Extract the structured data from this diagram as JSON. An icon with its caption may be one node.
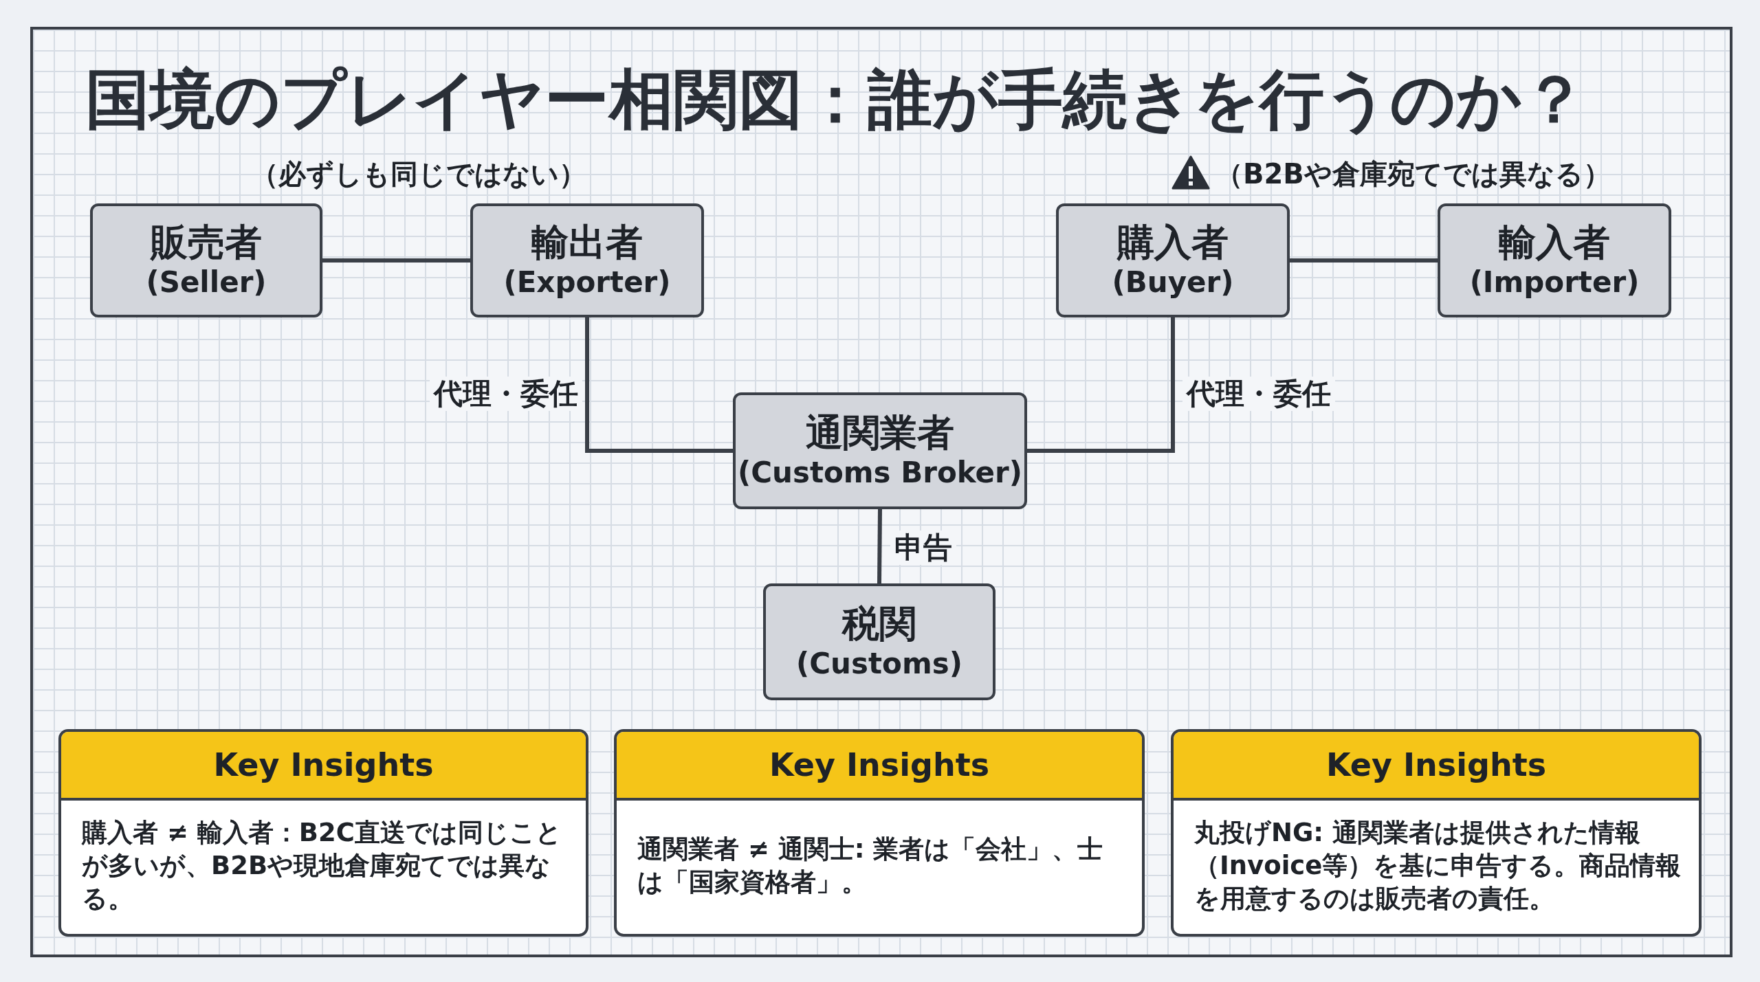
{
  "diagram": {
    "title": "国境のプレイヤー相関図：誰が手続きを行うのか？",
    "nodes": [
      {
        "text": [
          "販売者",
          "(Seller)"
        ]
      },
      {
        "text": [
          "輸出者",
          "(Exporter)"
        ]
      },
      {
        "text": [
          "購入者",
          "(Buyer)"
        ]
      },
      {
        "text": [
          "輸入者",
          "(Importer)"
        ]
      },
      {
        "text": [
          "通関業者",
          "(Customs Broker)"
        ]
      },
      {
        "text": [
          "税関",
          "(Customs)"
        ]
      },
      {
        "text": [
          "Key Insights",
          "購入者 ≠ 輸入者：B2C直送では同じことが多いが、B2Bや現地倉庫宛てでは異なる。"
        ]
      },
      {
        "text": [
          "Key Insights",
          "通関業者 ≠ 通関士: 業者は「会社」、士は「国家資格者」。"
        ]
      },
      {
        "text": [
          "Key Insights",
          "丸投げNG: 通関業者は提供された情報（Invoice等）を基に申告する。商品情報を用意するのは販売者の責任。"
        ]
      }
    ],
    "edges": [
      {
        "from": 0,
        "to": 1,
        "arrow": "none"
      },
      {
        "from": 2,
        "to": 3,
        "arrow": "none"
      },
      {
        "from": 1,
        "to": 4,
        "arrow": "none",
        "label": "代理・委任"
      },
      {
        "from": 2,
        "to": 4,
        "arrow": "none",
        "label": "代理・委任"
      },
      {
        "from": 4,
        "to": 5,
        "arrow": "none",
        "label": "申告"
      }
    ],
    "labels": [
      "（必ずしも同じではない）",
      "（B2Bや倉庫宛てでは異なる）"
    ]
  }
}
